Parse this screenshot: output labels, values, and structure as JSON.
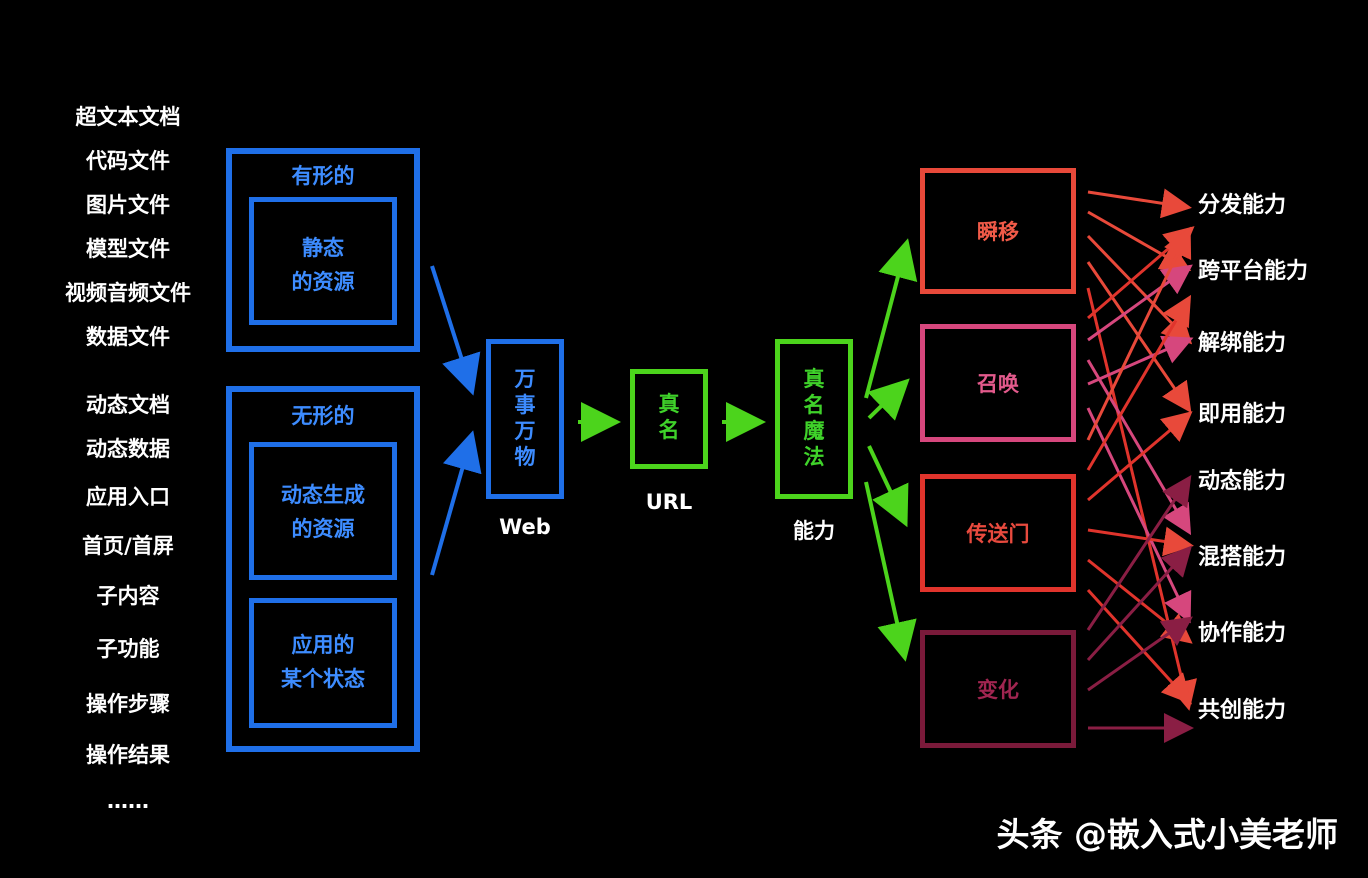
{
  "left_items": [
    "超文本文档",
    "代码文件",
    "图片文件",
    "模型文件",
    "视频音频文件",
    "数据文件",
    "动态文档",
    "动态数据",
    "应用入口",
    "首页/首屏",
    "子内容",
    "子功能",
    "操作步骤",
    "操作结果",
    "……"
  ],
  "tangible": {
    "title": "有形的",
    "inner": [
      "静态",
      "的资源"
    ]
  },
  "intangible": {
    "title": "无形的",
    "inner1": [
      "动态生成",
      "的资源"
    ],
    "inner2": [
      "应用的",
      "某个状态"
    ]
  },
  "web_box": {
    "chars": [
      "万",
      "事",
      "万",
      "物"
    ],
    "label": "Web"
  },
  "url_box": {
    "chars": [
      "真",
      "名"
    ],
    "label": "URL"
  },
  "magic_box": {
    "chars": [
      "真",
      "名",
      "魔",
      "法"
    ],
    "label": "能力"
  },
  "capabilities": [
    {
      "label": "瞬移",
      "color": "#e8493a",
      "text_color": "#f05a48"
    },
    {
      "label": "召唤",
      "color": "#d6477d",
      "text_color": "#e35a8c"
    },
    {
      "label": "传送门",
      "color": "#e0342c",
      "text_color": "#e84a3e"
    },
    {
      "label": "变化",
      "color": "#7a1a3a",
      "text_color": "#a02550"
    }
  ],
  "abilities": [
    "分发能力",
    "跨平台能力",
    "解绑能力",
    "即用能力",
    "动态能力",
    "混搭能力",
    "协作能力",
    "共创能力"
  ],
  "watermark": "头条 @嵌入式小美老师",
  "colors": {
    "blue": "#1f6fe8",
    "green": "#4cd41c"
  }
}
